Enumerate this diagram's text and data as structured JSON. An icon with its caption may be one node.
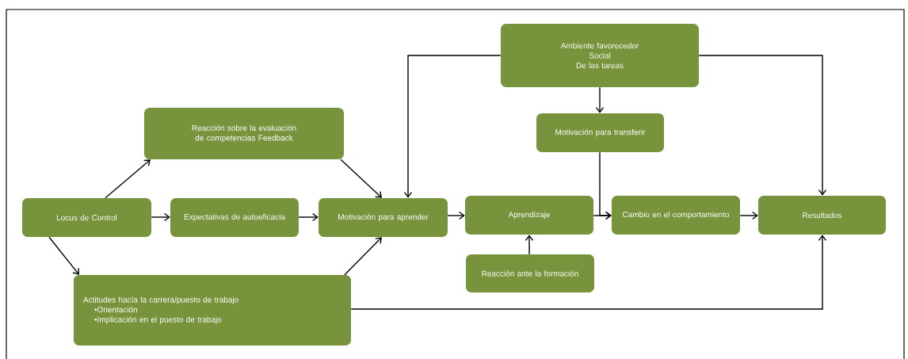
{
  "diagram": {
    "nodes": [
      {
        "text": [
          "Reacción sobre la evaluación de competencias Feedback"
        ]
      },
      {
        "text": [
          "Ambiente favorecedor",
          "Social",
          "De las tareas"
        ]
      },
      {
        "text": [
          "Motivación para transferir"
        ]
      },
      {
        "text": [
          "Locus de Control"
        ]
      },
      {
        "text": [
          "Expectativas de autoeficacia"
        ]
      },
      {
        "text": [
          "Motivación para aprender"
        ]
      },
      {
        "text": [
          "Aprendizaje"
        ]
      },
      {
        "text": [
          "Cambio en el comportamiento"
        ]
      },
      {
        "text": [
          "Resultados"
        ]
      },
      {
        "text": [
          "Reacción ante la formación"
        ]
      },
      {
        "text": [
          "Actitudes hacía la carrera/puesto de trabajo",
          "•Orientación",
          "•Implicación en el puesto de trabajo"
        ]
      }
    ],
    "edges": [
      {
        "from": 3,
        "to": 0,
        "arrow": "to"
      },
      {
        "from": 3,
        "to": 4,
        "arrow": "to"
      },
      {
        "from": 3,
        "to": 10,
        "arrow": "to"
      },
      {
        "from": 0,
        "to": 5,
        "arrow": "to"
      },
      {
        "from": 4,
        "to": 5,
        "arrow": "to"
      },
      {
        "from": 10,
        "to": 5,
        "arrow": "to"
      },
      {
        "from": 1,
        "to": 5,
        "arrow": "to"
      },
      {
        "from": 1,
        "to": 2,
        "arrow": "to"
      },
      {
        "from": 1,
        "to": 8,
        "arrow": "to"
      },
      {
        "from": 5,
        "to": 6,
        "arrow": "to"
      },
      {
        "from": 2,
        "to": 7,
        "arrow": "to"
      },
      {
        "from": 6,
        "to": 7,
        "arrow": "to"
      },
      {
        "from": 9,
        "to": 6,
        "arrow": "to"
      },
      {
        "from": 7,
        "to": 8,
        "arrow": "to"
      },
      {
        "from": 10,
        "to": 8,
        "arrow": "to"
      }
    ]
  }
}
